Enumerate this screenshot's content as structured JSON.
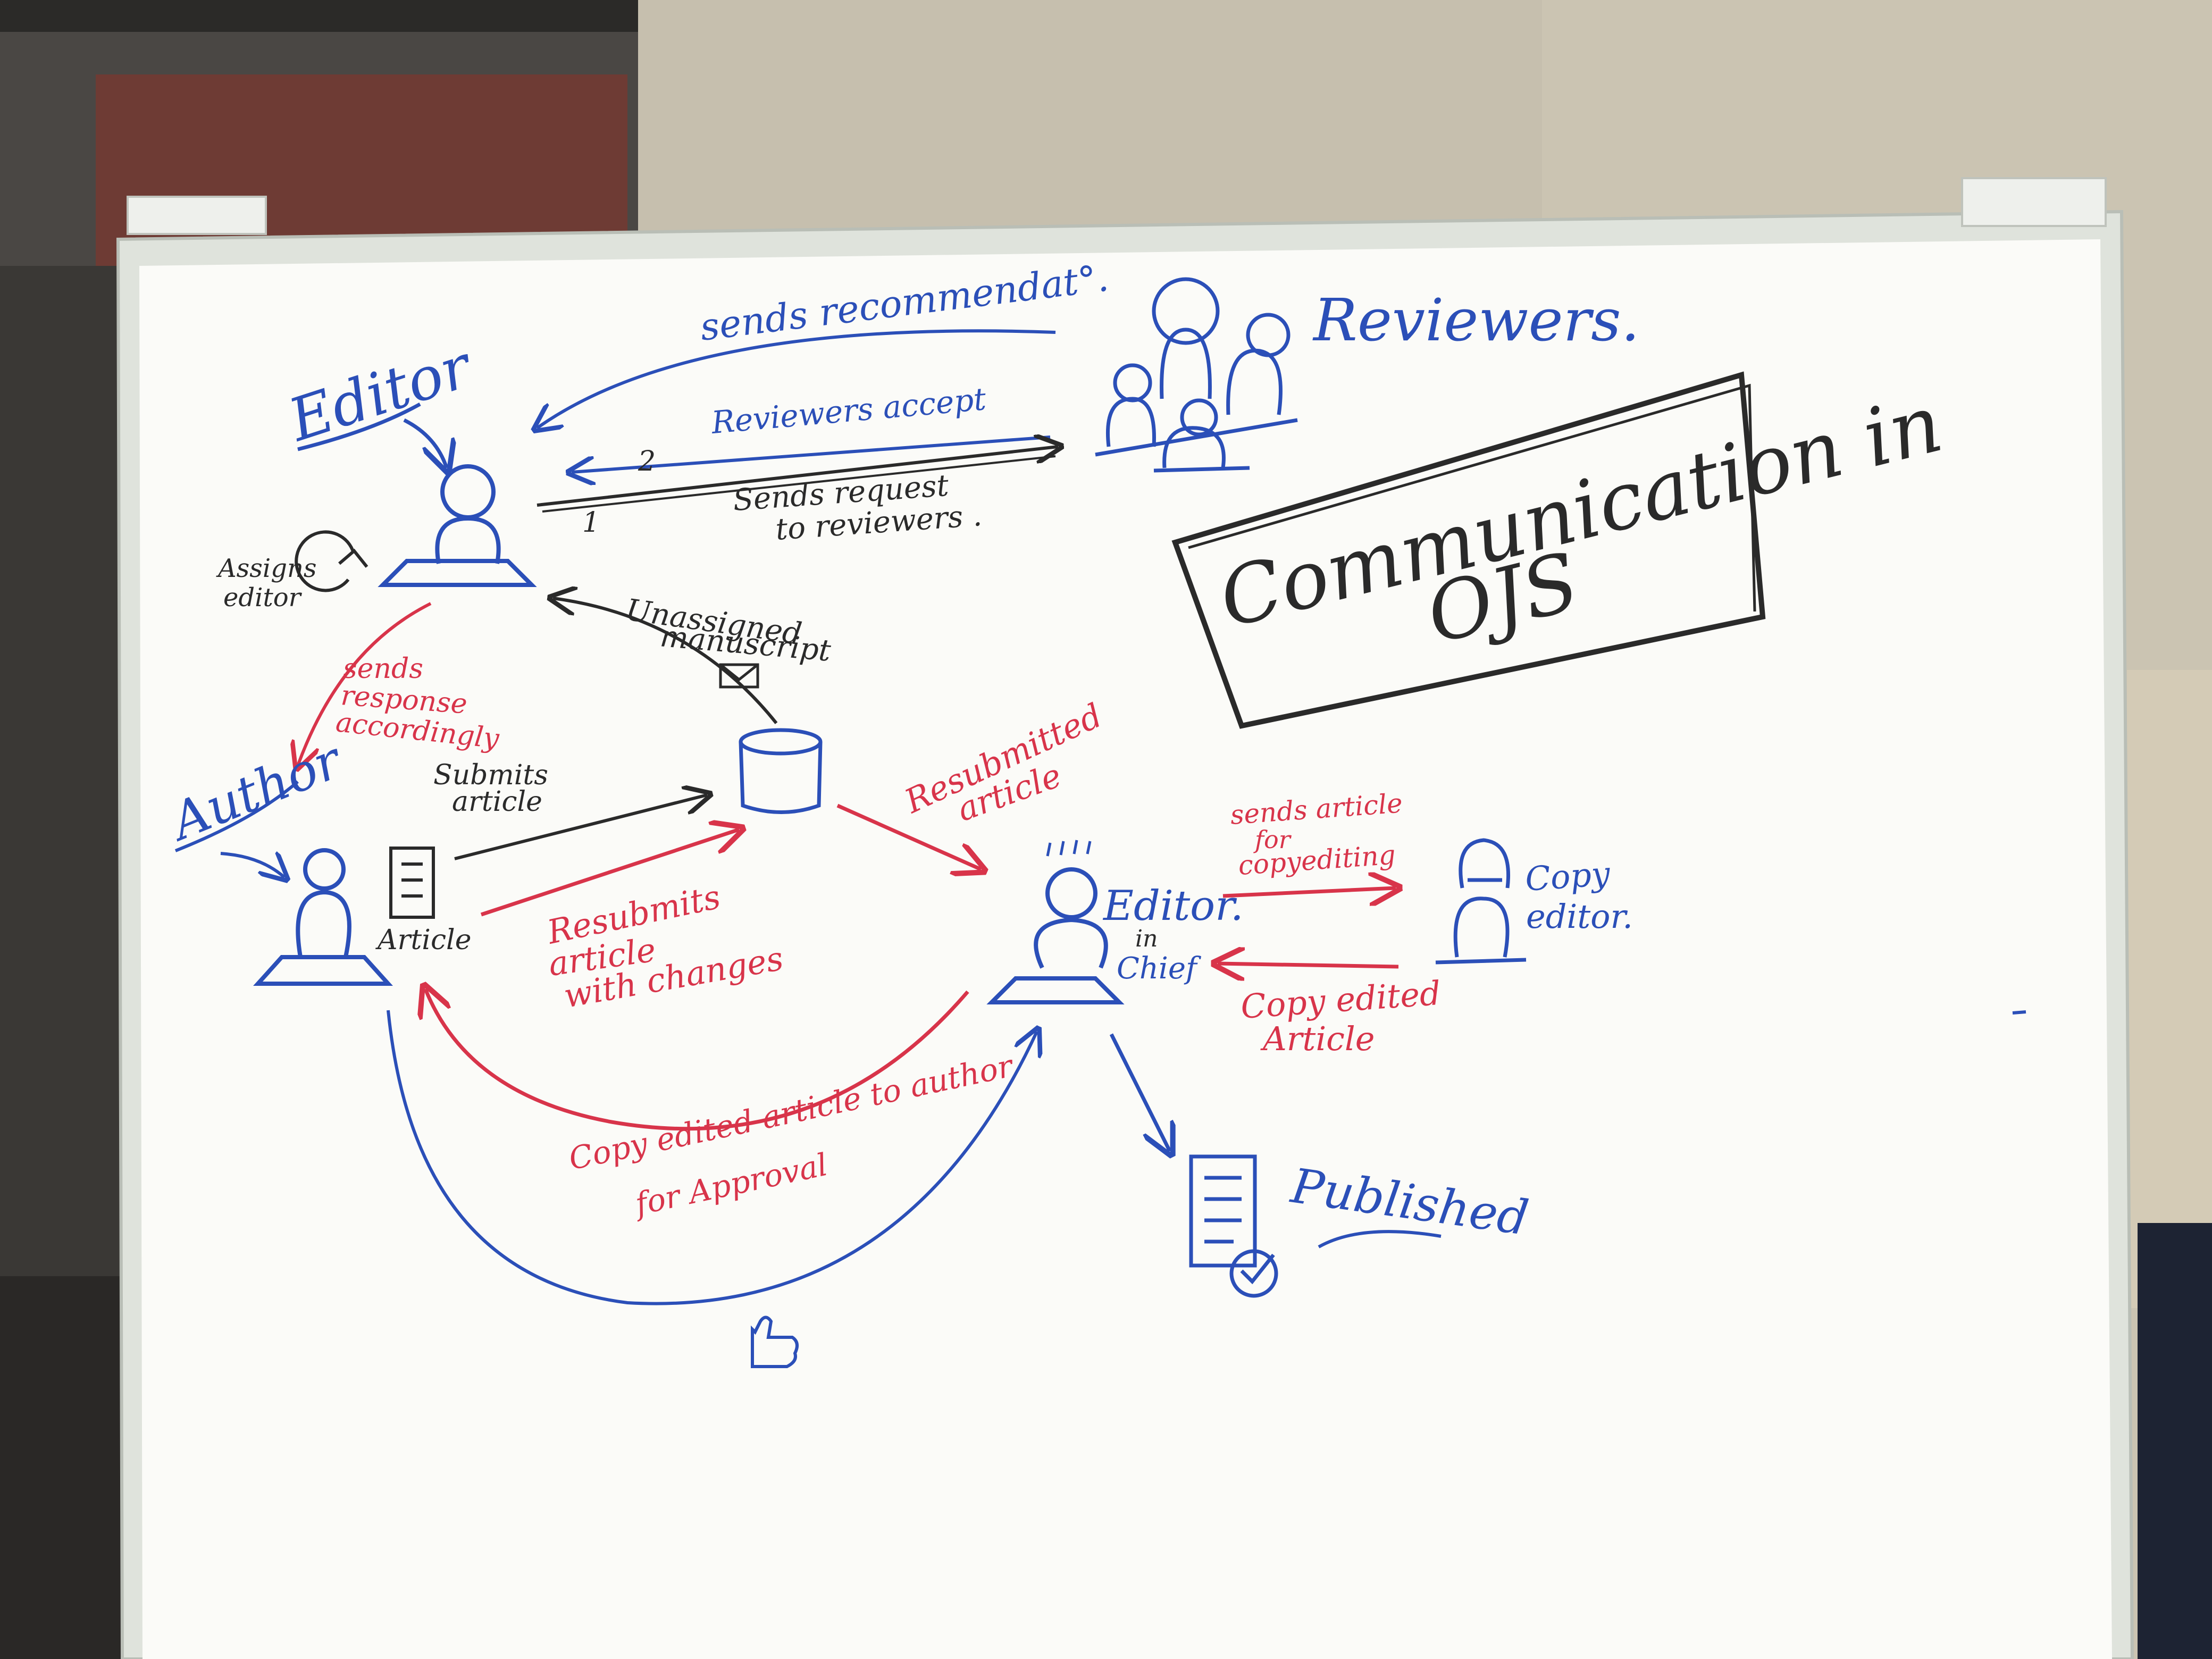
{
  "colors": {
    "blue": "#2b4fb8",
    "red": "#d8344a",
    "black": "#2a2a2a",
    "board": "#fbfbf8",
    "frame": "#d9ddd6",
    "wall": "#c9c2b1"
  },
  "title": {
    "line1": "Communication in",
    "line2": "OJS"
  },
  "actors": {
    "editor": "Editor",
    "author": "Author",
    "reviewers": "Reviewers.",
    "editor_in_chief": "Editor.",
    "editor_in_chief_in": "in",
    "editor_in_chief_chief": "Chief",
    "copy_editor_1": "Copy",
    "copy_editor_2": "editor."
  },
  "labels": {
    "assigns_1": "Assigns",
    "assigns_2": "editor",
    "sends_recommendation": "sends recommendat°.",
    "reviewers_accept": "Reviewers accept",
    "sends_request_1": "Sends request",
    "sends_request_2": "to reviewers .",
    "step_1": "1",
    "step_2": "2",
    "unassigned_1": "Unassigned",
    "unassigned_2": "manuscript",
    "sends_response_1": "sends",
    "sends_response_2": "response",
    "sends_response_3": "accordingly",
    "submits_1": "Submits",
    "submits_2": "article",
    "article": "Article",
    "resubmits_1": "Resubmits",
    "resubmits_2": "article",
    "resubmits_3": "with changes",
    "resubmitted_1": "Resubmitted",
    "resubmitted_2": "article",
    "sends_copy_1": "sends article",
    "sends_copy_2": "for",
    "sends_copy_3": "copyediting",
    "copyedited_1": "Copy edited",
    "copyedited_2": "Article",
    "approval_1": "Copy edited article to author",
    "approval_2": "for Approval",
    "published": "Published"
  },
  "icons": [
    "person-icon",
    "reviewers-group-icon",
    "database-icon",
    "envelope-icon",
    "document-icon",
    "published-document-icon",
    "checkmark-icon",
    "thumbs-up-icon",
    "cycle-arrow-icon"
  ]
}
